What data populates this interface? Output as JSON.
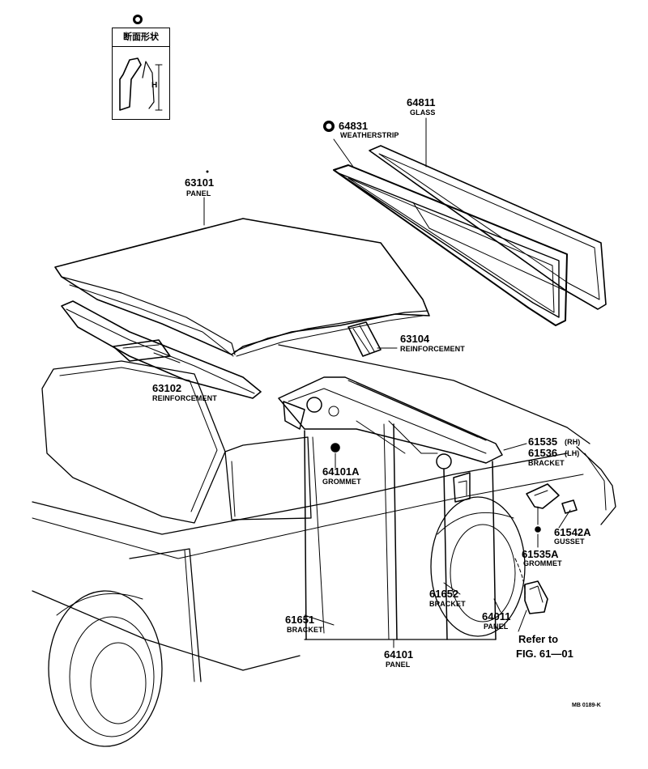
{
  "inset": {
    "title": "断面形状",
    "dimension_label": "H"
  },
  "parts": {
    "p64811": {
      "number": "64811",
      "name": "GLASS"
    },
    "p64831": {
      "number": "64831",
      "name": "WEATHERSTRIP"
    },
    "p63101": {
      "number": "63101",
      "name": "PANEL"
    },
    "p63104": {
      "number": "63104",
      "name": "REINFORCEMENT"
    },
    "p63102": {
      "number": "63102",
      "name": "REINFORCEMENT"
    },
    "p64101A": {
      "number": "64101A",
      "name": "GROMMET"
    },
    "p61535": {
      "number": "61535",
      "qualifier": "(RH)"
    },
    "p61536": {
      "number": "61536",
      "qualifier": "(LH)",
      "name": "BRACKET"
    },
    "p61542A": {
      "number": "61542A",
      "name": "GUSSET"
    },
    "p61535A": {
      "number": "61535A",
      "name": "GROMMET"
    },
    "p61652": {
      "number": "61652",
      "name": "BRACKET"
    },
    "p64011": {
      "number": "64011",
      "name": "PANEL"
    },
    "p61651": {
      "number": "61651",
      "name": "BRACKET"
    },
    "p64101": {
      "number": "64101",
      "name": "PANEL"
    }
  },
  "reference": {
    "line1": "Refer to",
    "line2": "FIG. 61—01"
  },
  "drawing_code": "MB 0189-K"
}
